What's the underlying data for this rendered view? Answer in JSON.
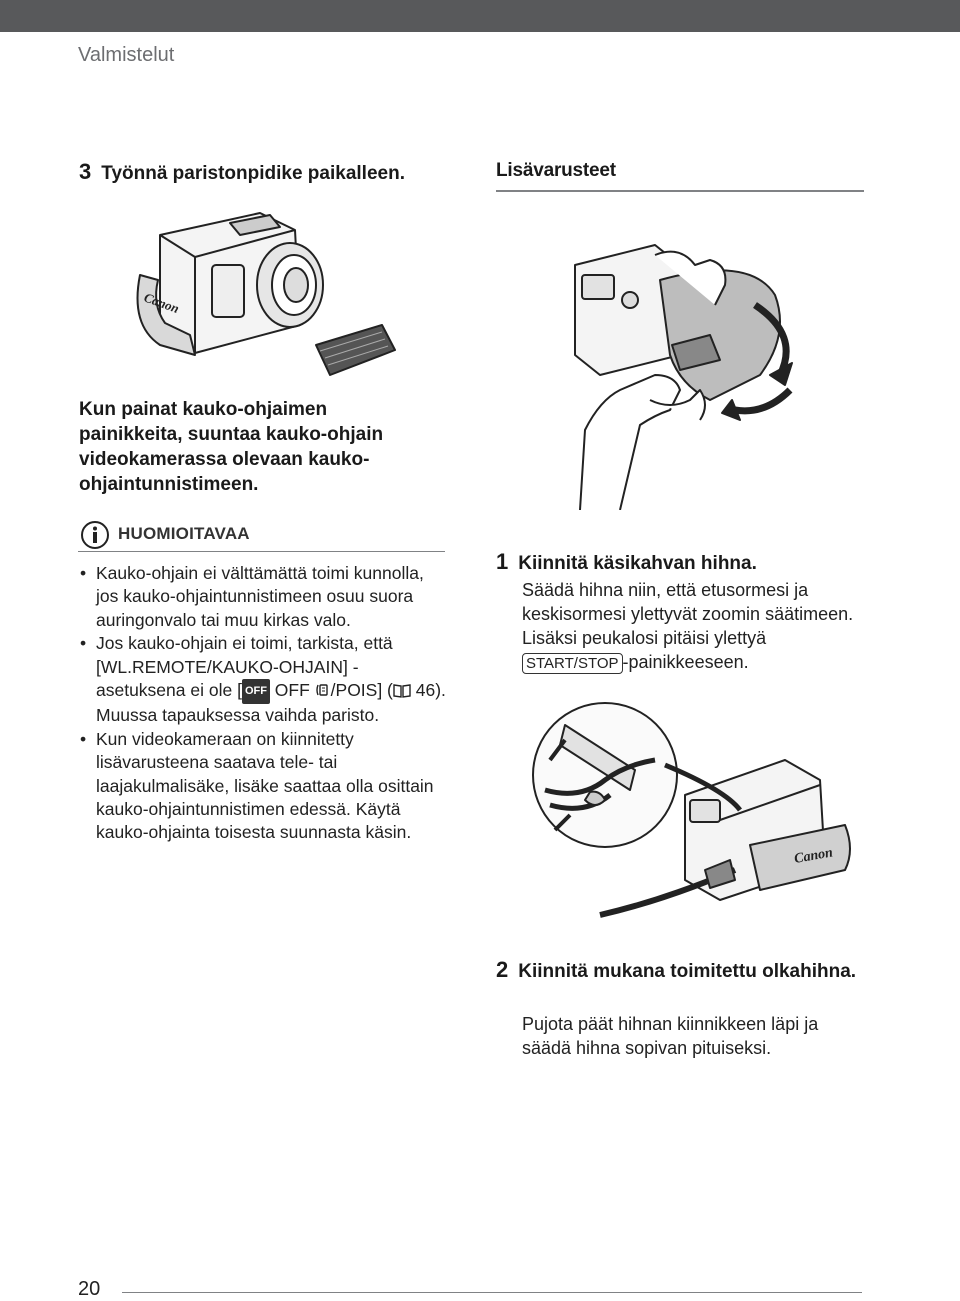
{
  "header": {
    "section": "Valmistelut"
  },
  "left": {
    "step3": {
      "number": "3",
      "text": "Työnnä paristonpidike paikalleen."
    },
    "caption": "Kun painat kauko-ohjaimen painikkeita, suuntaa kauko-ohjain videokamerassa olevaan kauko-ohjaintunnistimeen.",
    "note": {
      "title": "HUOMIOITAVAA",
      "b1": "Kauko-ohjain ei välttämättä toimi kunnolla, jos kauko-ohjaintunnistimeen osuu suora auringonvalo tai muu kirkas valo.",
      "b2_a": "Jos kauko-ohjain ei toimi, tarkista, että [WL.REMOTE/KAUKO-OHJAIN] - asetuksena ei ole [",
      "b2_off_icon": "OFF",
      "b2_b": " OFF ",
      "b2_c": "/POIS] (",
      "b2_d": " 46). Muussa tapauksessa vaihda paristo.",
      "b3": "Kun videokameraan on kiinnitetty lisävarusteena saatava tele- tai laajakulmalisäke, lisäke saattaa olla osittain kauko-ohjaintunnistimen edessä. Käytä kauko-ohjainta toisesta suunnasta käsin."
    }
  },
  "right": {
    "heading": "Lisävarusteet",
    "step1": {
      "number": "1",
      "title": "Kiinnitä käsikahvan hihna.",
      "body_a": "Säädä hihna niin, että etusormesi ja keskisormesi ylettyvät zoomin säätimeen. Lisäksi peukalosi pitäisi ylettyä ",
      "key": "START/STOP",
      "body_b": "-painikkeeseen."
    },
    "step2": {
      "number": "2",
      "title": "Kiinnitä mukana toimitettu olkahihna.",
      "body": "Pujota päät hihnan kiinnikkeen läpi ja säädä hihna sopivan pituiseksi."
    }
  },
  "illustrations": {
    "brand_text": "Canon"
  },
  "footer": {
    "page_number": "20"
  }
}
